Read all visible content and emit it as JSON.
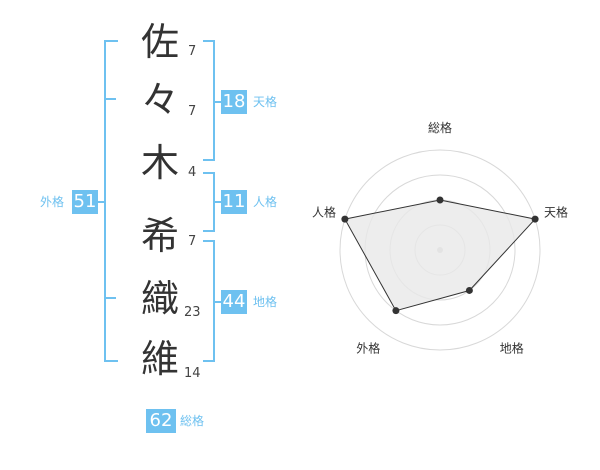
{
  "name": {
    "chars": [
      {
        "char": "佐",
        "strokes": "7"
      },
      {
        "char": "々",
        "strokes": "7"
      },
      {
        "char": "木",
        "strokes": "4"
      },
      {
        "char": "希",
        "strokes": "7"
      },
      {
        "char": "織",
        "strokes": "23"
      },
      {
        "char": "維",
        "strokes": "14"
      }
    ]
  },
  "kakusu": {
    "tenkaku": {
      "value": "18",
      "label": "天格"
    },
    "jinkaku": {
      "value": "11",
      "label": "人格"
    },
    "chikaku": {
      "value": "44",
      "label": "地格"
    },
    "gaikaku": {
      "value": "51",
      "label": "外格"
    },
    "soukaku": {
      "value": "62",
      "label": "総格"
    }
  },
  "chart_data": {
    "type": "radar",
    "axes": [
      "総格",
      "天格",
      "地格",
      "外格",
      "人格"
    ],
    "values": [
      2,
      4,
      2,
      3,
      4
    ],
    "max": 4,
    "colors": {
      "fill": "#e9e9e9",
      "line": "#333333",
      "grid": "#d8d8d8"
    }
  }
}
